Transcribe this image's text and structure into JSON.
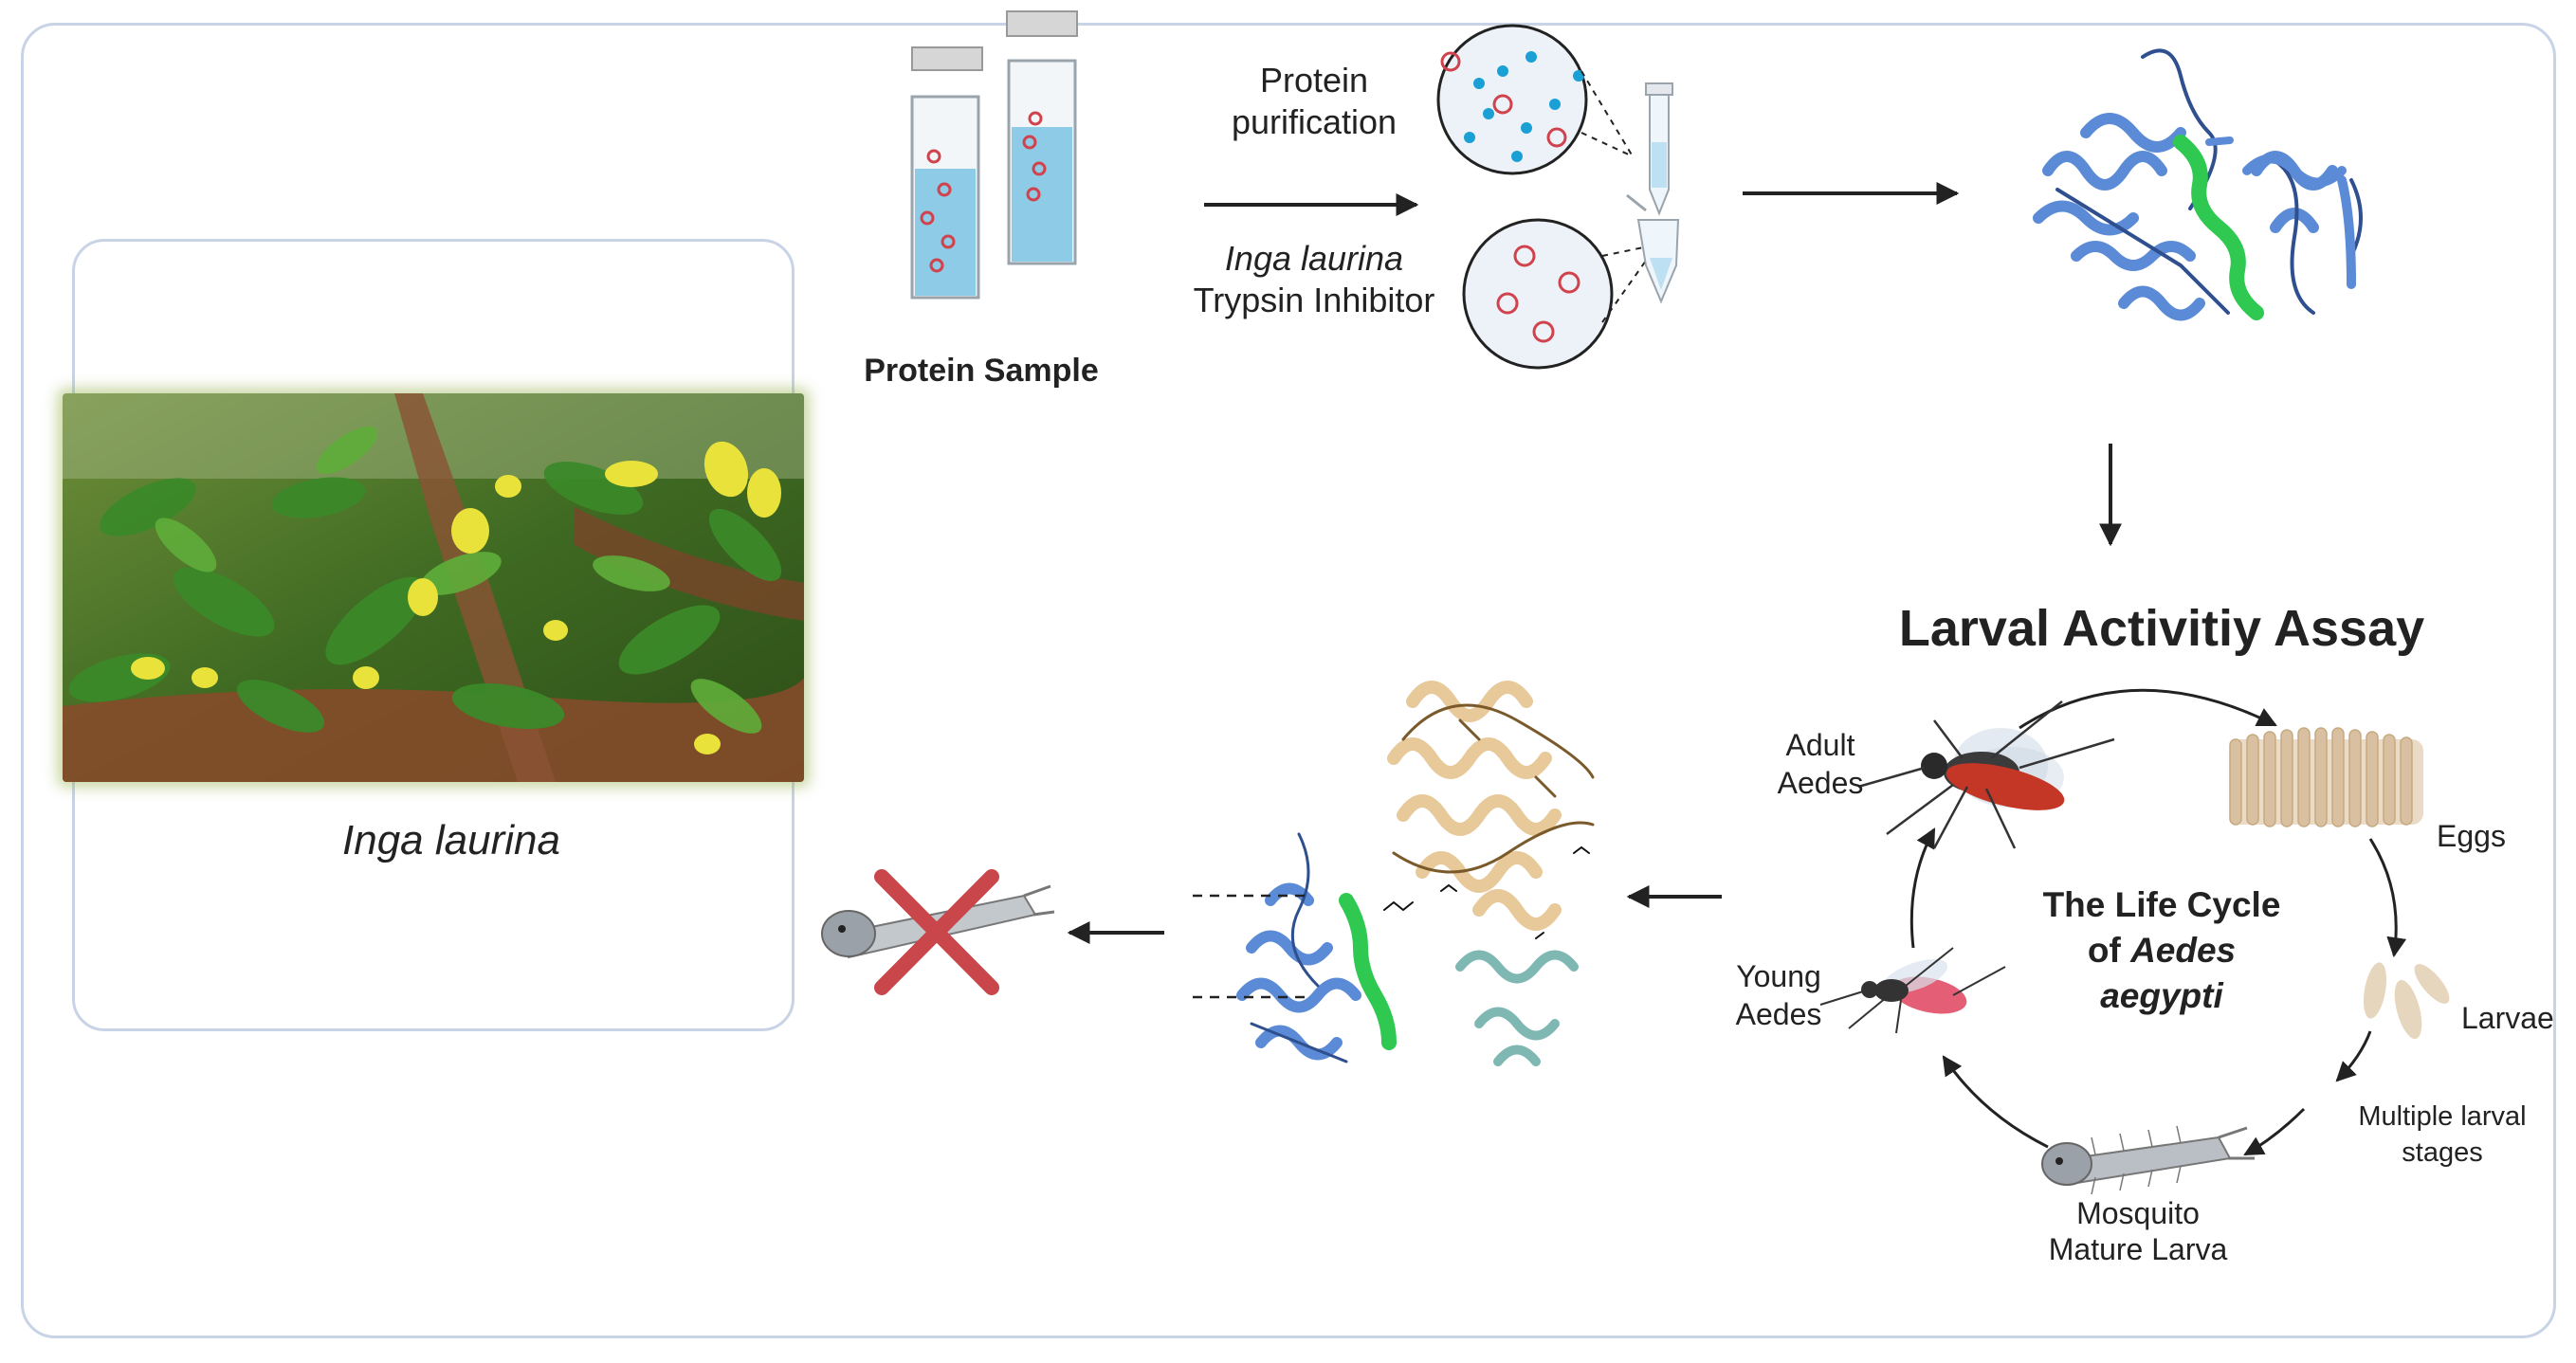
{
  "plant": {
    "species_label": "Inga laurina"
  },
  "sample": {
    "label": "Protein Sample"
  },
  "purification": {
    "step_label_line1": "Protein",
    "step_label_line2": "purification",
    "inhibitor_species": "Inga laurina",
    "inhibitor_name": "Trypsin Inhibitor"
  },
  "assay": {
    "title": "Larval Activitiy Assay"
  },
  "life_cycle": {
    "title_line1": "The Life Cycle",
    "title_line2_prefix": "of ",
    "title_line2_italic": "Aedes",
    "title_line3": "aegypti",
    "adult_line1": "Adult",
    "adult_line2": "Aedes",
    "eggs": "Eggs",
    "larvae": "Larvae",
    "stages_line1": "Multiple larval",
    "stages_line2": "stages",
    "mature_line1": "Mosquito",
    "mature_line2": "Mature Larva",
    "young_line1": "Young",
    "young_line2": "Aedes"
  },
  "colors": {
    "frame": "#c9d3e6",
    "protein_blue": "#5b8bd6",
    "helix_green": "#2fc850",
    "complex_tan": "#e8c99a",
    "complex_teal": "#7fb8b3",
    "cross_red": "#c9464a",
    "cuvette_liquid": "#8ecbe6"
  },
  "icons": [
    "leaf-photo",
    "cuvette-icon",
    "protein-structure-icon",
    "mosquito-icon",
    "larva-icon",
    "egg-cluster-icon",
    "cross-icon",
    "microtube-icon"
  ]
}
